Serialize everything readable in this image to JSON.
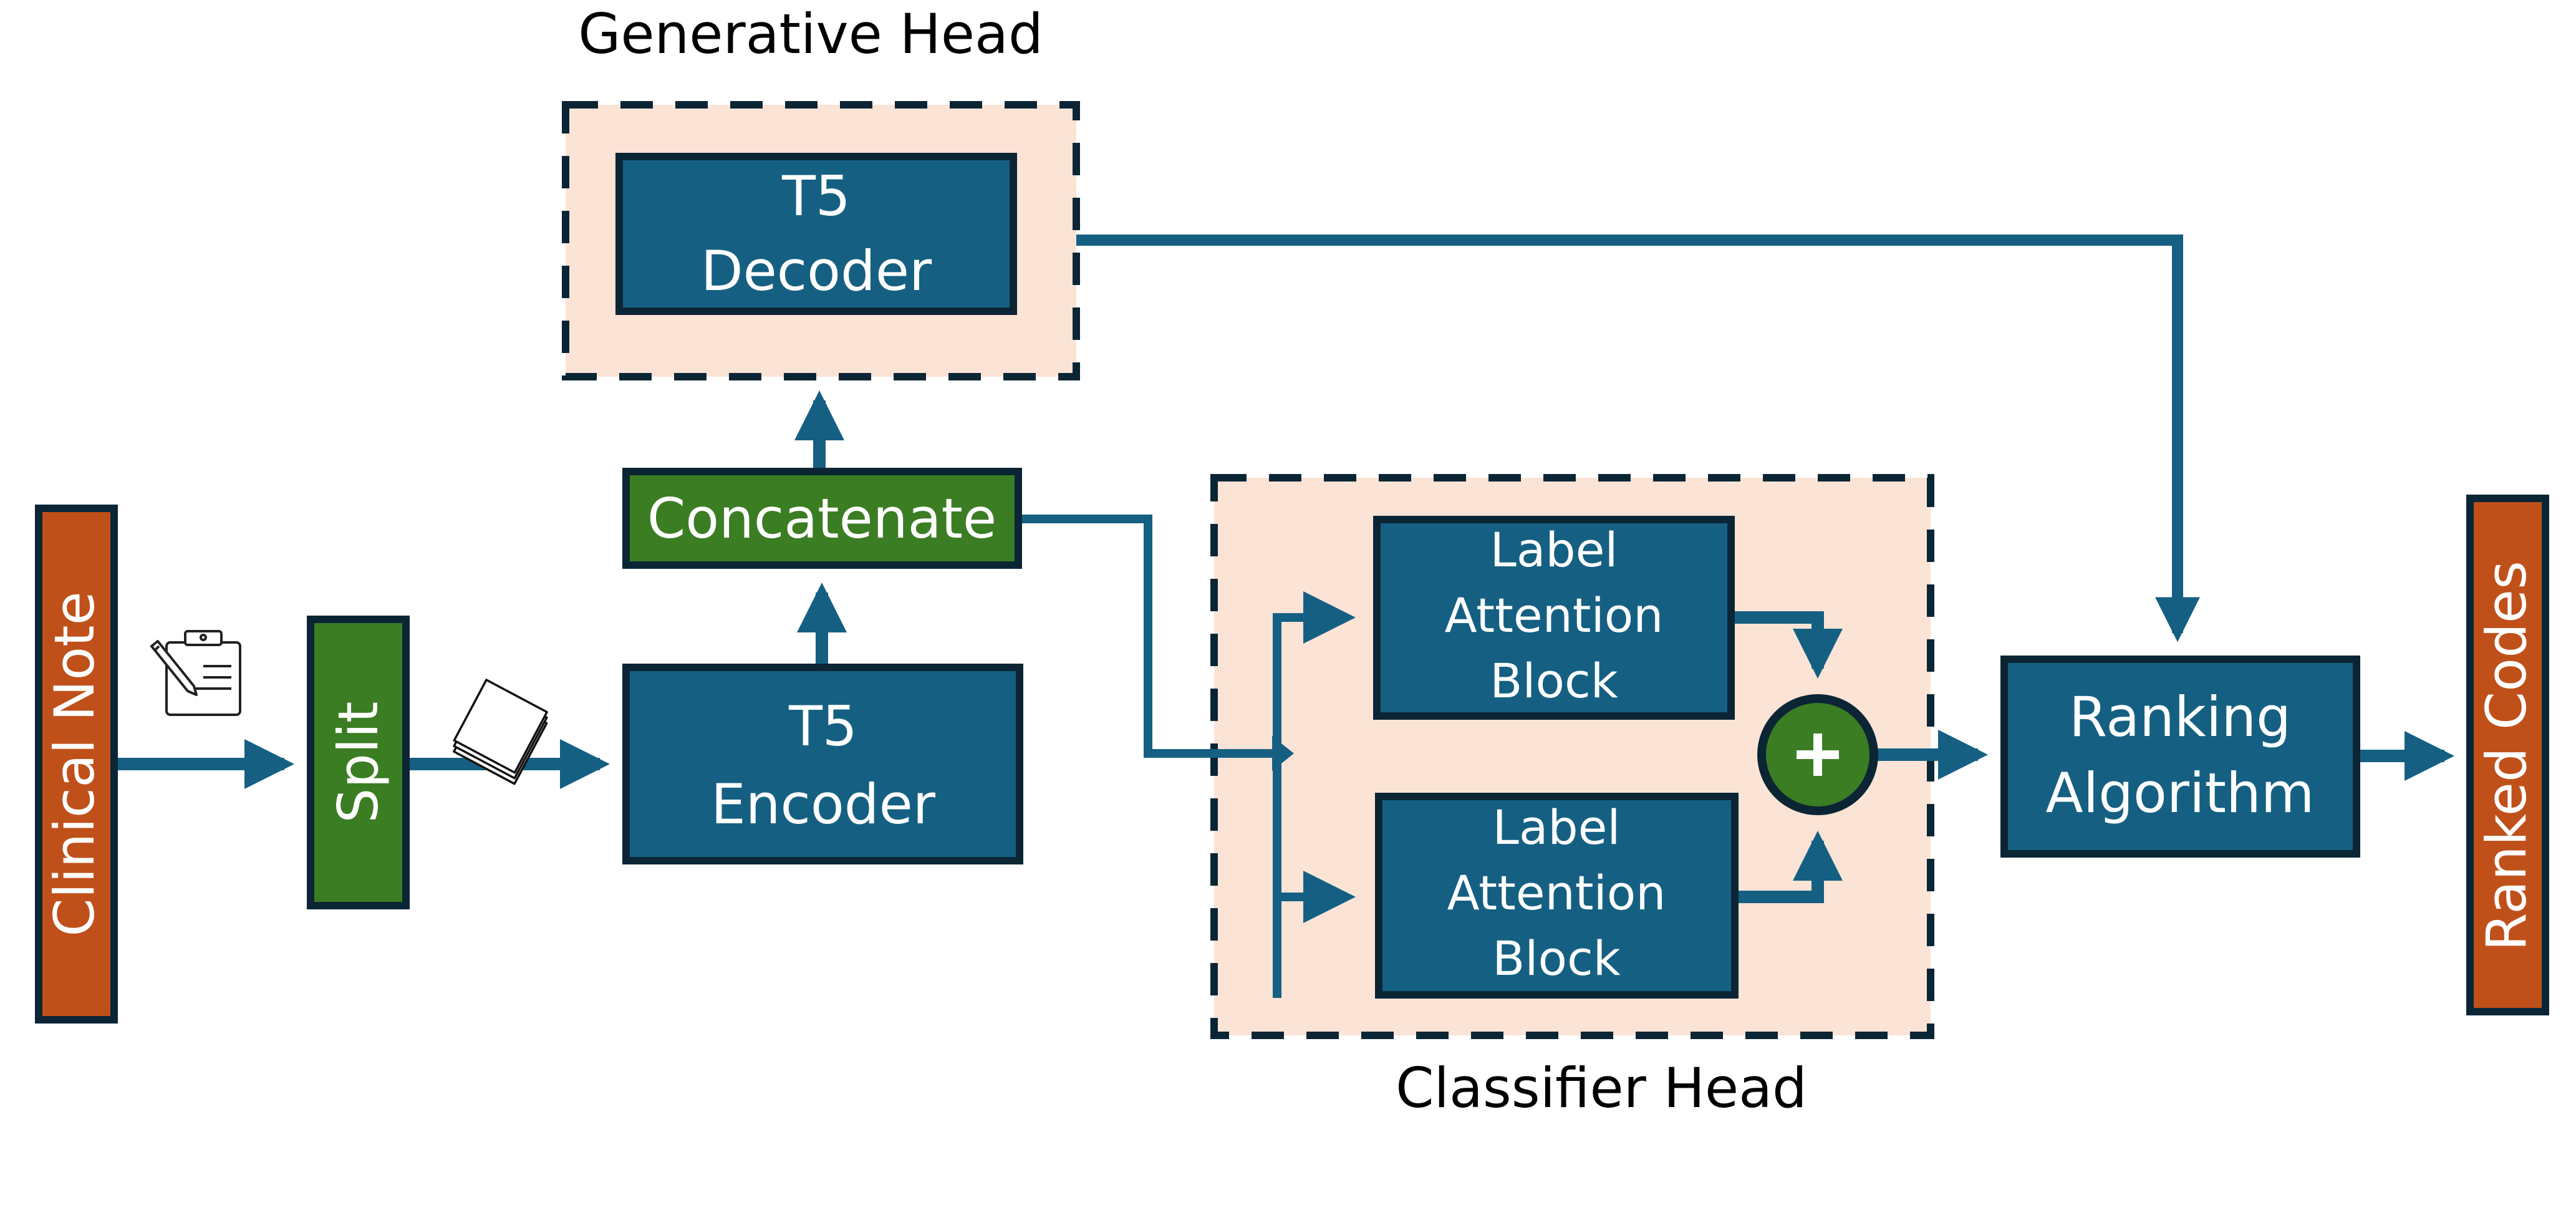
{
  "diagram": {
    "colors": {
      "block_fill": "#156082",
      "border": "#0b2535",
      "green": "#3b7d23",
      "orange": "#c0501a",
      "group_fill": "#fbe3d6",
      "arrow": "#156082",
      "text_on_block": "#ffffff",
      "caption_text": "#000000"
    },
    "nodes": {
      "clinical_note": {
        "label": "Clinical Note"
      },
      "split": {
        "label": "Split"
      },
      "t5_encoder": {
        "line1": "T5",
        "line2": "Encoder"
      },
      "concatenate": {
        "label": "Concatenate"
      },
      "t5_decoder": {
        "line1": "T5",
        "line2": "Decoder"
      },
      "label_attention_top": {
        "line1": "Label",
        "line2": "Attention",
        "line3": "Block"
      },
      "label_attention_bottom": {
        "line1": "Label",
        "line2": "Attention",
        "line3": "Block"
      },
      "sum": {
        "symbol": "+"
      },
      "ranking_algorithm": {
        "line1": "Ranking",
        "line2": "Algorithm"
      },
      "ranked_codes": {
        "label": "Ranked Codes"
      }
    },
    "groups": {
      "generative_head": {
        "label": "Generative Head"
      },
      "classifier_head": {
        "label": "Classifier Head"
      }
    },
    "icons": {
      "clinical_note_icon": "clipboard-with-pencil-icon",
      "split_docs_icon": "stack-of-papers-icon"
    },
    "edges": [
      {
        "from": "Clinical Note",
        "to": "Split"
      },
      {
        "from": "Split",
        "to": "T5 Encoder"
      },
      {
        "from": "T5 Encoder",
        "to": "Concatenate"
      },
      {
        "from": "Concatenate",
        "to": "T5 Decoder"
      },
      {
        "from": "Concatenate",
        "to": "Label Attention Block (top)"
      },
      {
        "from": "Concatenate",
        "to": "Label Attention Block (bottom)"
      },
      {
        "from": "Label Attention Block (top)",
        "to": "+"
      },
      {
        "from": "Label Attention Block (bottom)",
        "to": "+"
      },
      {
        "from": "+",
        "to": "Ranking Algorithm"
      },
      {
        "from": "T5 Decoder",
        "to": "Ranking Algorithm"
      },
      {
        "from": "Ranking Algorithm",
        "to": "Ranked Codes"
      }
    ]
  }
}
